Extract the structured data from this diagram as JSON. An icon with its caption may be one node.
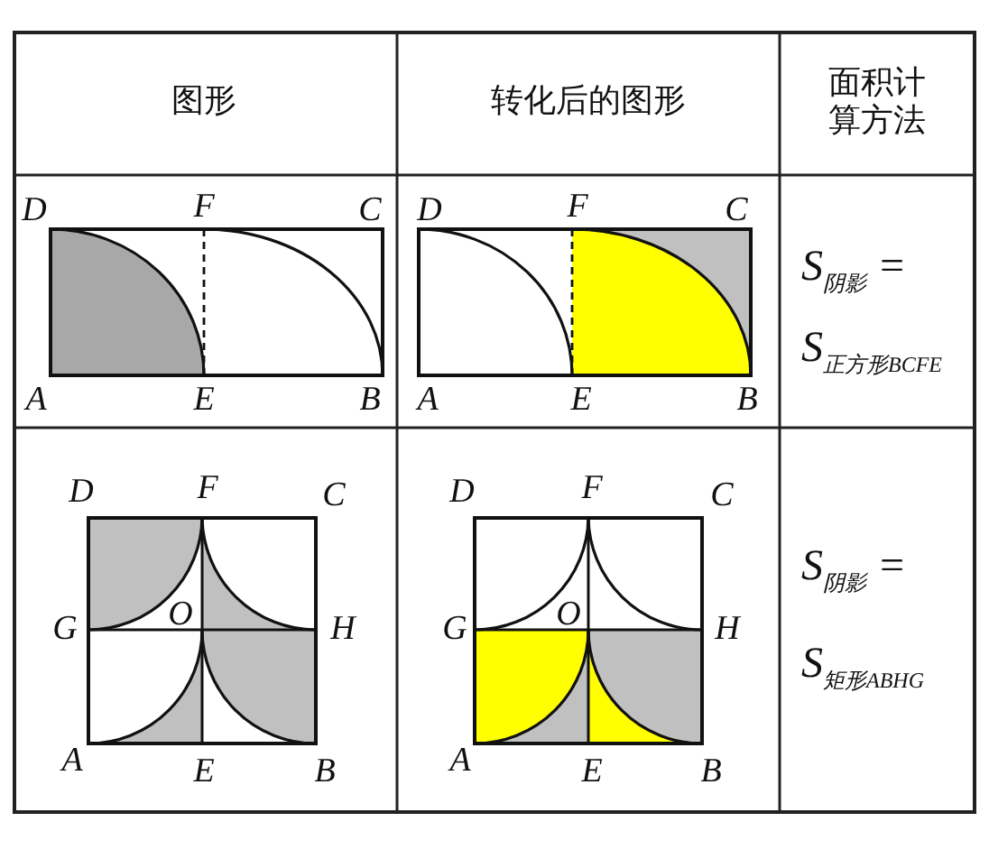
{
  "diagram": {
    "labels": [
      "图形",
      "转化后的图形",
      "面积计算方法",
      "D",
      "F",
      "C",
      "A",
      "E",
      "B",
      "D",
      "F",
      "C",
      "A",
      "E",
      "B",
      "S$_{阴影}$ =",
      "S$_{正方形BCFE}$",
      "D",
      "F",
      "C",
      "G",
      "O",
      "H",
      "A",
      "E",
      "B",
      "D",
      "F",
      "C",
      "G",
      "O",
      "H",
      "A",
      "E",
      "B",
      "S$_{阴影}$ =",
      "S$_{矩形ABHG}$"
    ]
  }
}
